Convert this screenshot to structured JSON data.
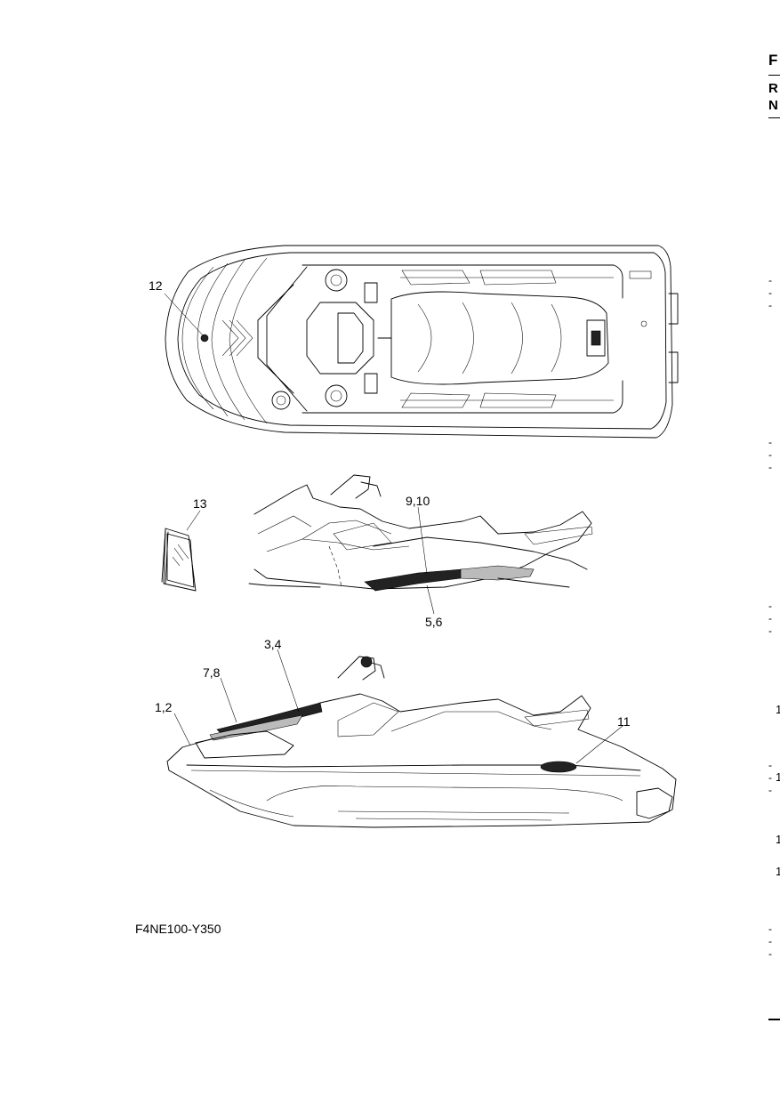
{
  "diagram": {
    "reference_code": "F4NE100-Y350",
    "callouts": {
      "c12": "12",
      "c13": "13",
      "c9_10": "9,10",
      "c5_6": "5,6",
      "c3_4": "3,4",
      "c7_8": "7,8",
      "c1_2": "1,2",
      "c11": "11"
    }
  },
  "edge": {
    "letters": [
      "F",
      "R",
      "N"
    ],
    "numbers": [
      "1",
      "1",
      "1",
      "1"
    ],
    "dash": "- - -"
  }
}
